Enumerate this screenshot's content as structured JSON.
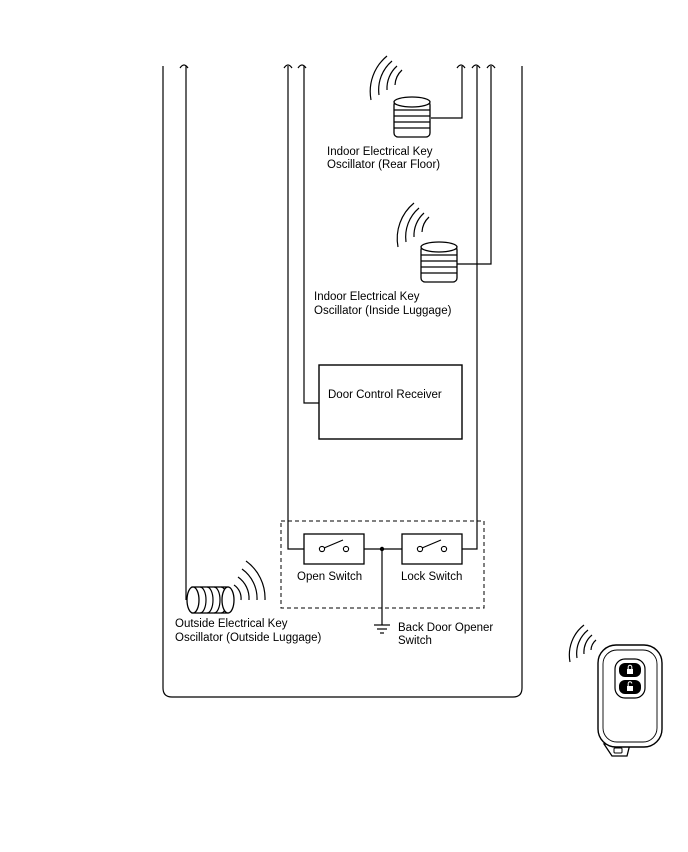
{
  "labels": {
    "rear_floor_line1": "Indoor Electrical Key",
    "rear_floor_line2": "Oscillator (Rear Floor)",
    "luggage_line1": "Indoor Electrical Key",
    "luggage_line2": "Oscillator (Inside Luggage)",
    "door_control_receiver": "Door Control Receiver",
    "open_switch": "Open Switch",
    "lock_switch": "Lock Switch",
    "outside_line1": "Outside Electrical Key",
    "outside_line2": "Oscillator (Outside Luggage)",
    "back_door_line1": "Back Door Opener",
    "back_door_line2": "Switch"
  },
  "icons": [
    "radio-wave-icon",
    "oscillator-coil-icon",
    "ground-symbol-icon",
    "smart-key-fob-icon",
    "lock-icon",
    "unlock-icon"
  ],
  "colors": {
    "line": "#000000",
    "background": "#ffffff",
    "key_fob": "#ffffff"
  }
}
